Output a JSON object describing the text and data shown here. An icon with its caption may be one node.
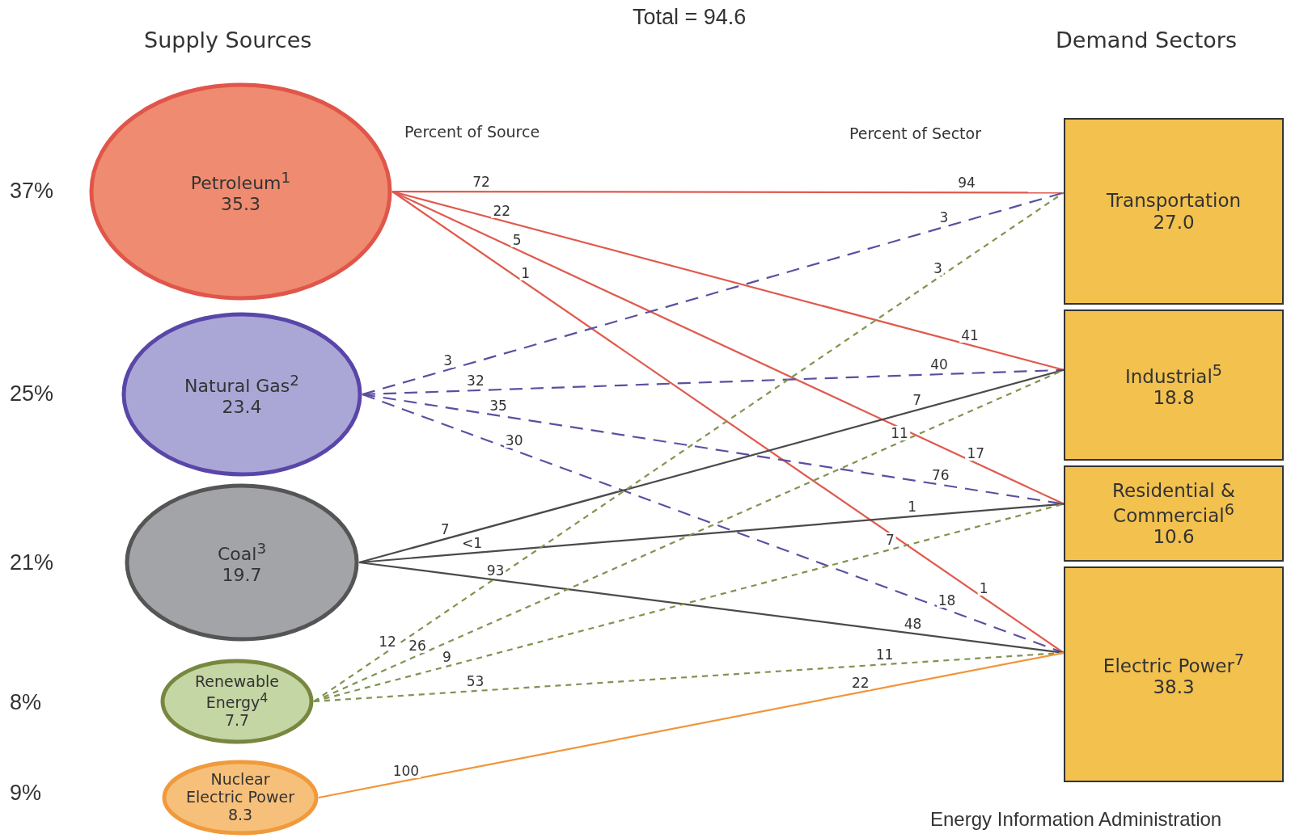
{
  "diagram": {
    "nodes": [
      {
        "text": [
          "Petroleum$^{1}$",
          "35.3"
        ],
        "beside": [
          "37%"
        ]
      },
      {
        "text": [
          "Natural Gas$^{2}$",
          "23.4"
        ],
        "beside": [
          "25%"
        ]
      },
      {
        "text": [
          "Coal$^{3}$",
          "19.7"
        ],
        "beside": [
          "21%"
        ]
      },
      {
        "text": [
          "Renewable Energy$^{4}$",
          "7.7"
        ]
      },
      {
        "text": [
          "Nuclear Electric Power",
          "8.3"
        ]
      },
      {
        "text": [
          "Transportation",
          "27.0"
        ]
      },
      {
        "text": [
          "Industrial$^{5}$",
          "18.8"
        ]
      },
      {
        "text": [
          "Residential & Commercial$^{6}$",
          "10.6"
        ]
      },
      {
        "text": [
          "Electric Power$^{7}$",
          "38.3"
        ]
      }
    ],
    "edges": [
      {
        "from": 0,
        "to": 5,
        "arrow": "none",
        "label": "72",
        "color": "#e05a4e"
      },
      {
        "from": 0,
        "to": 6,
        "arrow": "none",
        "label": "22",
        "color": "#e05a4e"
      },
      {
        "from": 0,
        "to": 7,
        "arrow": "none",
        "label": "5",
        "color": "#e05a4e"
      },
      {
        "from": 0,
        "to": 8,
        "arrow": "none",
        "label": "1",
        "color": "#e05a4e"
      },
      {
        "from": 1,
        "to": 5,
        "arrow": "none",
        "label": "3",
        "style": "dashed",
        "color": "#5a50a0"
      },
      {
        "from": 1,
        "to": 6,
        "arrow": "none",
        "label": "32",
        "style": "dashed",
        "color": "#5a50a0"
      },
      {
        "from": 1,
        "to": 7,
        "arrow": "none",
        "label": "35",
        "style": "dashed",
        "color": "#5a50a0"
      },
      {
        "from": 1,
        "to": 8,
        "arrow": "none",
        "label": "30",
        "style": "dashed",
        "color": "#5a50a0"
      },
      {
        "from": 2,
        "to": 6,
        "arrow": "none",
        "label": "7",
        "color": "#4a4a4a"
      },
      {
        "from": 2,
        "to": 7,
        "arrow": "none",
        "label": "<1",
        "color": "#4a4a4a"
      },
      {
        "from": 2,
        "to": 8,
        "arrow": "none",
        "label": "93",
        "color": "#4a4a4a"
      },
      {
        "from": 3,
        "to": 5,
        "arrow": "none",
        "label": "12",
        "style": "dashed",
        "color": "#7f9450"
      },
      {
        "from": 3,
        "to": 6,
        "arrow": "none",
        "label": "26",
        "style": "dashed",
        "color": "#7f9450"
      },
      {
        "from": 3,
        "to": 7,
        "arrow": "none",
        "label": "9",
        "style": "dashed",
        "color": "#7f9450"
      },
      {
        "from": 3,
        "to": 8,
        "arrow": "none",
        "label": "53",
        "style": "dashed",
        "color": "#7f9450"
      },
      {
        "from": 4,
        "to": 8,
        "arrow": "none",
        "label": "100",
        "color": "#f0953a"
      }
    ],
    "labels": [
      "Total = 94.6",
      "Supply Sources",
      "Demand Sectors",
      "Percent of Source",
      "Percent of Sector",
      "94",
      "41",
      "17",
      "1",
      "3",
      "40",
      "76",
      "18",
      "7",
      "1",
      "48",
      "3",
      "11",
      "7",
      "11",
      "22",
      "8%",
      "9%",
      "Energy Information Administration"
    ]
  }
}
